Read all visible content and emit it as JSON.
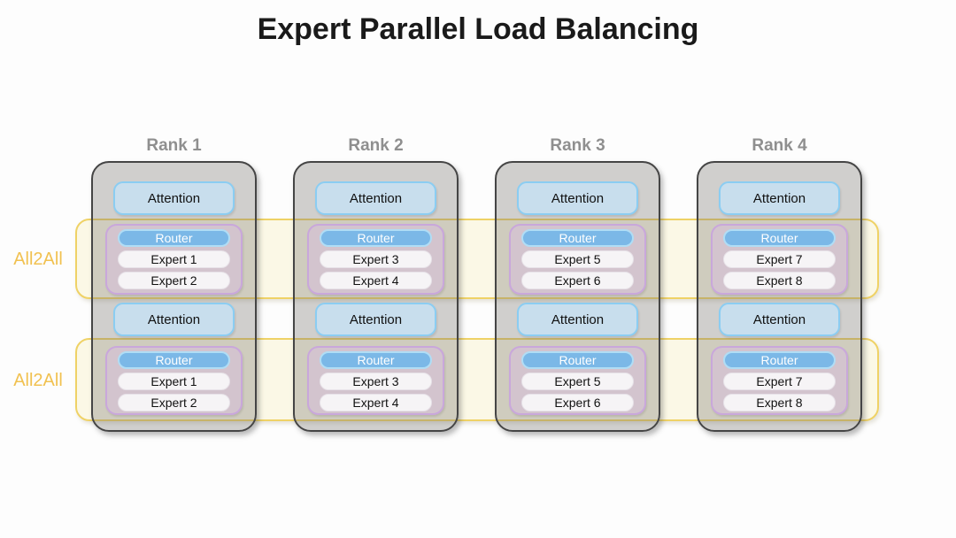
{
  "title": "Expert Parallel Load Balancing",
  "all2all_label": "All2All",
  "block_labels": {
    "attention": "Attention",
    "router": "Router"
  },
  "ranks": [
    {
      "label": "Rank 1",
      "experts": [
        "Expert 1",
        "Expert 2"
      ]
    },
    {
      "label": "Rank 2",
      "experts": [
        "Expert 3",
        "Expert 4"
      ]
    },
    {
      "label": "Rank 3",
      "experts": [
        "Expert 5",
        "Expert 6"
      ]
    },
    {
      "label": "Rank 4",
      "experts": [
        "Expert 7",
        "Expert 8"
      ]
    }
  ],
  "colors": {
    "title_text": "#1a1a1a",
    "rank_label_text": "#8f8f8f",
    "rank_box_border": "#454545",
    "attention_fill": "#c8deed",
    "attention_border": "#8bcdf2",
    "moe_fill": "#d3c4ce",
    "moe_border": "#c9a7db",
    "router_fill": "#7bb8e7",
    "router_border": "#b0ddf5",
    "expert_fill": "#f6f4f6",
    "band_fill": "#fbf8e6",
    "band_border": "#efd266",
    "all2all_text": "#f1c150"
  }
}
